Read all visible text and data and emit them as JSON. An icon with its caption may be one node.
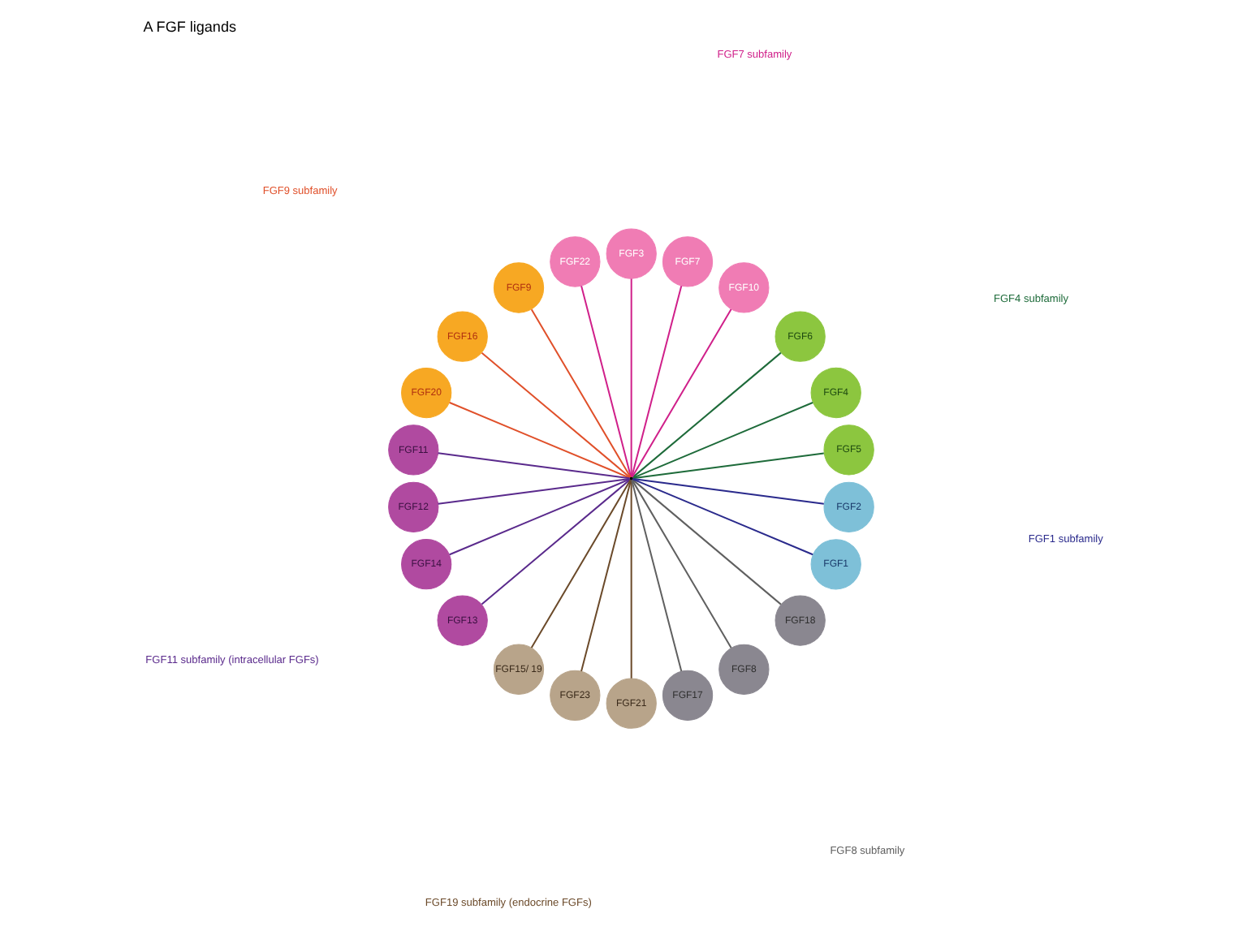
{
  "diagram": {
    "title": "A FGF ligands",
    "nodes": [
      {
        "text": [],
        "shape": "point"
      },
      {
        "text": [
          "FGF5"
        ]
      },
      {
        "text": [
          "FGF4"
        ]
      },
      {
        "text": [
          "FGF6"
        ]
      },
      {
        "text": [
          "FGF10"
        ]
      },
      {
        "text": [
          "FGF7"
        ]
      },
      {
        "text": [
          "FGF3"
        ]
      },
      {
        "text": [
          "FGF22"
        ]
      },
      {
        "text": [
          "FGF9"
        ]
      },
      {
        "text": [
          "FGF16"
        ]
      },
      {
        "text": [
          "FGF20"
        ]
      },
      {
        "text": [
          "FGF11"
        ]
      },
      {
        "text": [
          "FGF12"
        ]
      },
      {
        "text": [
          "FGF14"
        ]
      },
      {
        "text": [
          "FGF13"
        ]
      },
      {
        "text": [
          "FGF15/ 19"
        ]
      },
      {
        "text": [
          "FGF23"
        ]
      },
      {
        "text": [
          "FGF21"
        ]
      },
      {
        "text": [
          "FGF17"
        ]
      },
      {
        "text": [
          "FGF8"
        ]
      },
      {
        "text": [
          "FGF18"
        ]
      },
      {
        "text": [
          "FGF1"
        ]
      },
      {
        "text": [
          "FGF2"
        ]
      }
    ],
    "edges": [
      {
        "from": 0,
        "to": 1,
        "arrow": "none",
        "color": "#1e6b3a"
      },
      {
        "from": 0,
        "to": 2,
        "arrow": "none",
        "color": "#1e6b3a"
      },
      {
        "from": 0,
        "to": 3,
        "arrow": "none",
        "color": "#1e6b3a"
      },
      {
        "from": 0,
        "to": 4,
        "arrow": "none",
        "color": "#d0208a"
      },
      {
        "from": 0,
        "to": 5,
        "arrow": "none",
        "color": "#d0208a"
      },
      {
        "from": 0,
        "to": 6,
        "arrow": "none",
        "color": "#d0208a"
      },
      {
        "from": 0,
        "to": 7,
        "arrow": "none",
        "color": "#d0208a"
      },
      {
        "from": 0,
        "to": 8,
        "arrow": "none",
        "color": "#e0502a"
      },
      {
        "from": 0,
        "to": 9,
        "arrow": "none",
        "color": "#e0502a"
      },
      {
        "from": 0,
        "to": 10,
        "arrow": "none",
        "color": "#e0502a"
      },
      {
        "from": 0,
        "to": 11,
        "arrow": "none",
        "color": "#5a2a8c"
      },
      {
        "from": 0,
        "to": 12,
        "arrow": "none",
        "color": "#5a2a8c"
      },
      {
        "from": 0,
        "to": 13,
        "arrow": "none",
        "color": "#5a2a8c"
      },
      {
        "from": 0,
        "to": 14,
        "arrow": "none",
        "color": "#5a2a8c"
      },
      {
        "from": 0,
        "to": 15,
        "arrow": "none",
        "color": "#6b4a2a"
      },
      {
        "from": 0,
        "to": 16,
        "arrow": "none",
        "color": "#6b4a2a"
      },
      {
        "from": 0,
        "to": 17,
        "arrow": "none",
        "color": "#6b4a2a"
      },
      {
        "from": 0,
        "to": 18,
        "arrow": "none",
        "color": "#606060"
      },
      {
        "from": 0,
        "to": 19,
        "arrow": "none",
        "color": "#606060"
      },
      {
        "from": 0,
        "to": 20,
        "arrow": "none",
        "color": "#606060"
      },
      {
        "from": 0,
        "to": 21,
        "arrow": "none",
        "color": "#2a2a8c"
      },
      {
        "from": 0,
        "to": 22,
        "arrow": "none",
        "color": "#2a2a8c"
      }
    ],
    "labels": [
      "FGF4 subfamily",
      "FGF1 subfamily",
      "FGF7 subfamily",
      "FGF8 subfamily",
      "FGF9 subfamily",
      "FGF19 subfamily (endocrine FGFs)",
      "FGF11 subfamily (intracellular FGFs)"
    ]
  }
}
